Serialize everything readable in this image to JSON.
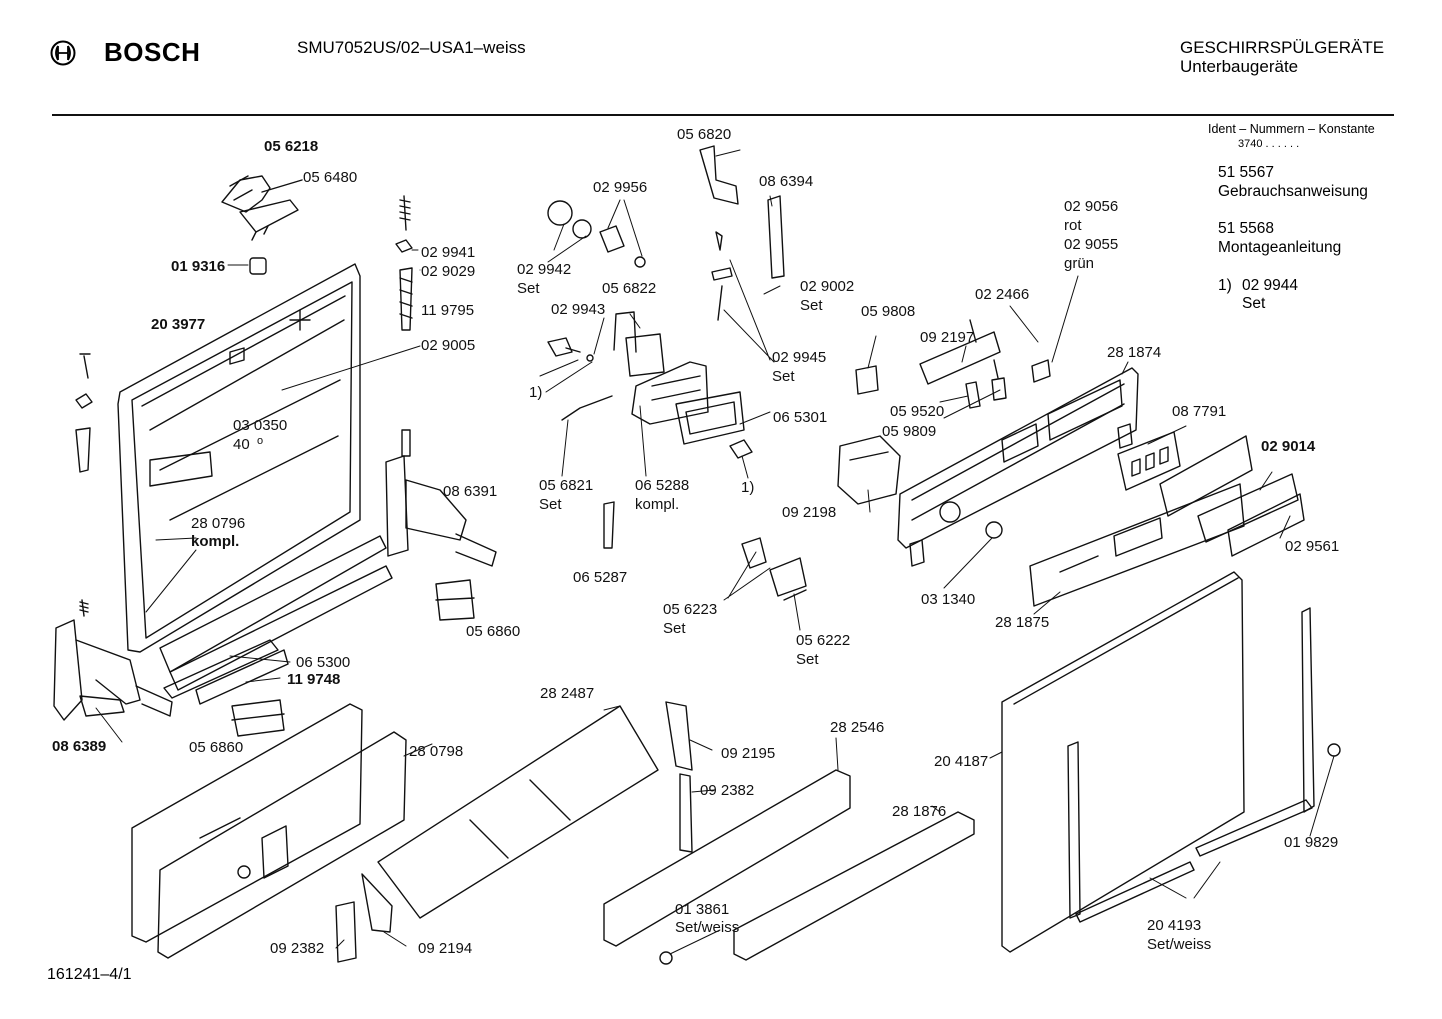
{
  "header": {
    "brand": "BOSCH",
    "model": "SMU7052US/02–USA1–weiss",
    "category_title": "GESCHIRRSPÜLGERÄTE",
    "category_subtitle": "Unterbaugeräte"
  },
  "ident": {
    "title": "Ident – Nummern – Konstante",
    "value": "3740 .  .  .  .  .  ."
  },
  "documents": [
    {
      "number": "51 5567",
      "name": "Gebrauchsanweisung"
    },
    {
      "number": "51 5568",
      "name": "Montageanleitung"
    }
  ],
  "footnote": {
    "marker": "1)",
    "number": "02 9944",
    "note": "Set"
  },
  "footer_code": "161241–4/1",
  "parts": [
    {
      "id": "p01",
      "text": "05 6218",
      "bold": true
    },
    {
      "id": "p02",
      "text": "05 6480",
      "bold": false
    },
    {
      "id": "p03",
      "text": "01 9316",
      "bold": true
    },
    {
      "id": "p04",
      "text": "20 3977",
      "bold": true
    },
    {
      "id": "p05",
      "text": "02 9941",
      "bold": false
    },
    {
      "id": "p06",
      "text": "02 9029",
      "bold": false
    },
    {
      "id": "p07",
      "text": "11 9795",
      "bold": false
    },
    {
      "id": "p08",
      "text": "02 9005",
      "bold": false
    },
    {
      "id": "p09",
      "text": "03 0350",
      "bold": false
    },
    {
      "id": "p10",
      "text": "40",
      "bold": false
    },
    {
      "id": "p11",
      "text": "28 0796",
      "bold": false
    },
    {
      "id": "p12",
      "text": "kompl.",
      "bold": true
    },
    {
      "id": "p13",
      "text": "08 6391",
      "bold": false
    },
    {
      "id": "p14",
      "text": "05 6860",
      "bold": false
    },
    {
      "id": "p15",
      "text": "06 5300",
      "bold": false
    },
    {
      "id": "p16",
      "text": "11 9748",
      "bold": true
    },
    {
      "id": "p17",
      "text": "05 6860",
      "bold": false
    },
    {
      "id": "p18",
      "text": "08 6389",
      "bold": true
    },
    {
      "id": "p19",
      "text": "28 0798",
      "bold": false
    },
    {
      "id": "p20",
      "text": "09 2382",
      "bold": false
    },
    {
      "id": "p21",
      "text": "09 2194",
      "bold": false
    },
    {
      "id": "p22",
      "text": "05 6820",
      "bold": false
    },
    {
      "id": "p23",
      "text": "02 9956",
      "bold": false
    },
    {
      "id": "p24",
      "text": "08 6394",
      "bold": false
    },
    {
      "id": "p25",
      "text": "02 9942",
      "bold": false
    },
    {
      "id": "p26",
      "text": "Set",
      "bold": false
    },
    {
      "id": "p27",
      "text": "05 6822",
      "bold": false
    },
    {
      "id": "p28",
      "text": "02 9943",
      "bold": false
    },
    {
      "id": "p29",
      "text": "02 9002",
      "bold": false
    },
    {
      "id": "p30",
      "text": "Set",
      "bold": false
    },
    {
      "id": "p31",
      "text": "02 9945",
      "bold": false
    },
    {
      "id": "p32",
      "text": "Set",
      "bold": false
    },
    {
      "id": "p33",
      "text": "1)",
      "bold": false
    },
    {
      "id": "p34",
      "text": "06 5301",
      "bold": false
    },
    {
      "id": "p35",
      "text": "05 6821",
      "bold": false
    },
    {
      "id": "p36",
      "text": "Set",
      "bold": false
    },
    {
      "id": "p37",
      "text": "06 5288",
      "bold": false
    },
    {
      "id": "p38",
      "text": "kompl.",
      "bold": false
    },
    {
      "id": "p39",
      "text": "1)",
      "bold": false
    },
    {
      "id": "p40",
      "text": "06 5287",
      "bold": false
    },
    {
      "id": "p41",
      "text": "05 6223",
      "bold": false
    },
    {
      "id": "p42",
      "text": "Set",
      "bold": false
    },
    {
      "id": "p43",
      "text": "05 6222",
      "bold": false
    },
    {
      "id": "p44",
      "text": "Set",
      "bold": false
    },
    {
      "id": "p45",
      "text": "28 2487",
      "bold": false
    },
    {
      "id": "p46",
      "text": "09 2195",
      "bold": false
    },
    {
      "id": "p47",
      "text": "09 2382",
      "bold": false
    },
    {
      "id": "p48",
      "text": "28 2546",
      "bold": false
    },
    {
      "id": "p49",
      "text": "01 3861",
      "bold": false
    },
    {
      "id": "p50",
      "text": "Set/weiss",
      "bold": false
    },
    {
      "id": "p51",
      "text": "28 1876",
      "bold": false
    },
    {
      "id": "p52",
      "text": "05 9808",
      "bold": false
    },
    {
      "id": "p53",
      "text": "09 2197",
      "bold": false
    },
    {
      "id": "p54",
      "text": "02 2466",
      "bold": false
    },
    {
      "id": "p55",
      "text": "02 9056",
      "bold": false
    },
    {
      "id": "p56",
      "text": "rot",
      "bold": false
    },
    {
      "id": "p57",
      "text": "02 9055",
      "bold": false
    },
    {
      "id": "p58",
      "text": "grün",
      "bold": false
    },
    {
      "id": "p59",
      "text": "28 1874",
      "bold": false
    },
    {
      "id": "p60",
      "text": "05 9520",
      "bold": false
    },
    {
      "id": "p61",
      "text": "05 9809",
      "bold": false
    },
    {
      "id": "p62",
      "text": "08 7791",
      "bold": false
    },
    {
      "id": "p63",
      "text": "02 9014",
      "bold": true
    },
    {
      "id": "p64",
      "text": "09 2198",
      "bold": false
    },
    {
      "id": "p65",
      "text": "02 9561",
      "bold": false
    },
    {
      "id": "p66",
      "text": "03 1340",
      "bold": false
    },
    {
      "id": "p67",
      "text": "28 1875",
      "bold": false
    },
    {
      "id": "p68",
      "text": "20 4187",
      "bold": false
    },
    {
      "id": "p69",
      "text": "01 9829",
      "bold": false
    },
    {
      "id": "p70",
      "text": "20 4193",
      "bold": false
    },
    {
      "id": "p71",
      "text": "Set/weiss",
      "bold": false
    }
  ]
}
